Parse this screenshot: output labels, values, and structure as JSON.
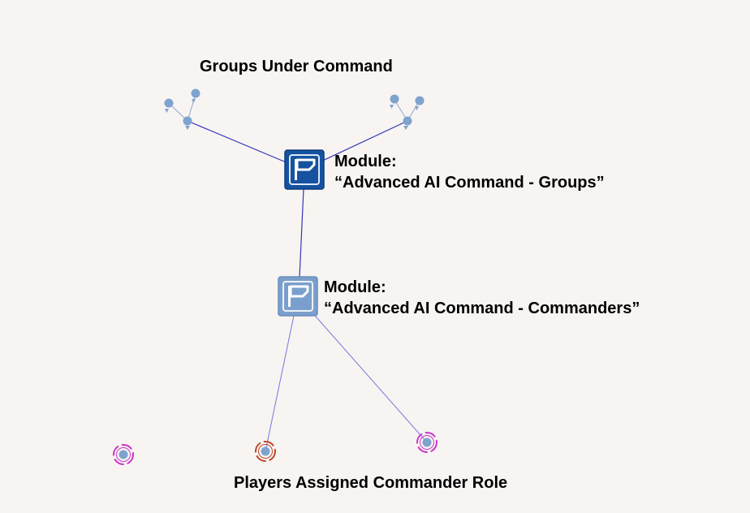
{
  "diagram": {
    "groups_label": "Groups Under Command",
    "module_groups": {
      "line1": "Module:",
      "line2": "“Advanced AI Command - Groups”"
    },
    "module_commanders": {
      "line1": "Module:",
      "line2": "“Advanced AI Command - Commanders”"
    },
    "players_label": "Players Assigned Commander Role",
    "colors": {
      "background": "#f7f4f2",
      "sync_line": "#3535b5",
      "module_groups_fill": "#1552a0",
      "module_commanders_fill": "#7b9fcc",
      "group_marker": "#7fa3cf",
      "player_ring_magenta": "#c935c9",
      "player_ring_red": "#c0452c"
    },
    "icons": {
      "module_groups": "flag-icon",
      "module_commanders": "flag-icon",
      "group_leader": "group-marker-icon",
      "player": "player-unit-icon"
    }
  }
}
